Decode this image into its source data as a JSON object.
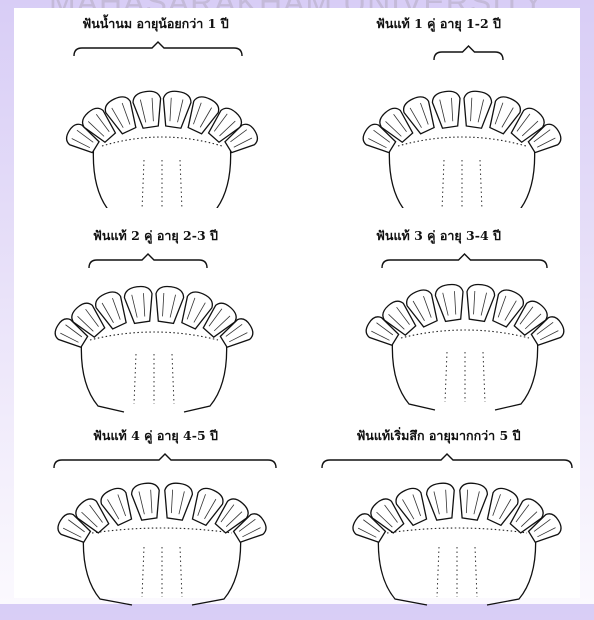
{
  "watermark": "MAHASARAKHAM UNIVERSITY",
  "diagrams": [
    {
      "caption": "ฟันน้ำนม อายุน้อยกว่า 1 ปี",
      "teeth": 8
    },
    {
      "caption": "ฟันแท้ 1 คู่ อายุ 1-2 ปี",
      "teeth": 8
    },
    {
      "caption": "ฟันแท้ 2 คู่ อายุ 2-3 ปี",
      "teeth": 8
    },
    {
      "caption": "ฟันแท้ 3 คู่ อายุ 3-4 ปี",
      "teeth": 8
    },
    {
      "caption": "ฟันแท้ 4 คู่ อายุ 4-5 ปี",
      "teeth": 8
    },
    {
      "caption": "ฟันแท้เริ่มสึก อายุมากกว่า 5 ปี",
      "teeth": 8
    }
  ]
}
